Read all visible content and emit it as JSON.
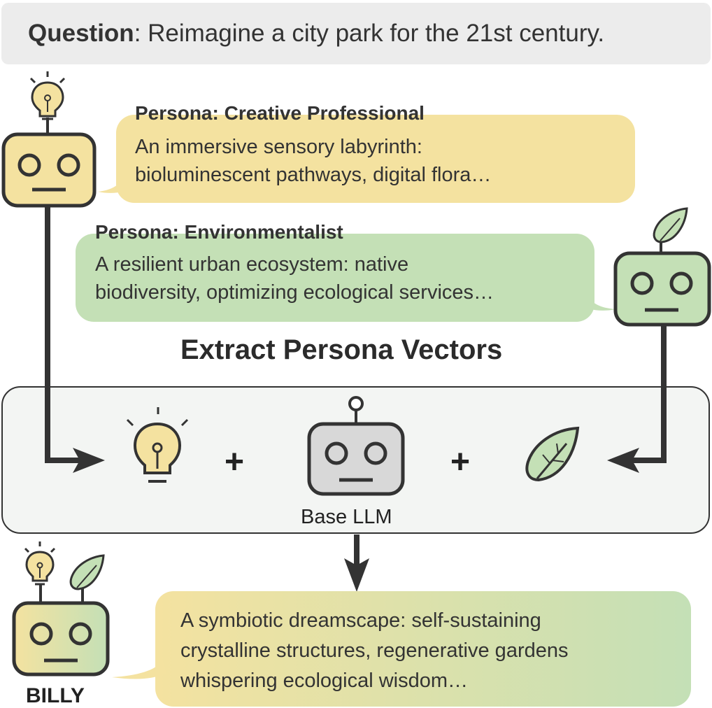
{
  "question": {
    "label": "Question",
    "text": ": Reimagine a city park for the 21st century."
  },
  "personas": [
    {
      "title": "Persona: Creative Professional",
      "lines": [
        "An immersive sensory labyrinth:",
        "bioluminescent pathways, digital flora…"
      ],
      "color": "#f4e2a0",
      "icon": "lightbulb-icon"
    },
    {
      "title": "Persona: Environmentalist",
      "lines": [
        "A resilient urban ecosystem: native",
        "biodiversity, optimizing ecological services…"
      ],
      "color": "#c4e0b6",
      "icon": "leaf-icon"
    }
  ],
  "extract": {
    "heading": "Extract Persona Vectors",
    "plus": "+",
    "base_label": "Base LLM"
  },
  "billy": {
    "name": "BILLY",
    "lines": [
      "A symbiotic dreamscape: self-sustaining",
      "crystalline structures, regenerative gardens",
      "whispering ecological wisdom…"
    ]
  },
  "colors": {
    "yellow": "#f4e2a0",
    "green": "#c4e0b6",
    "gray": "#d8d8d8",
    "outline": "#333333",
    "panel": "#f3f5f3"
  }
}
